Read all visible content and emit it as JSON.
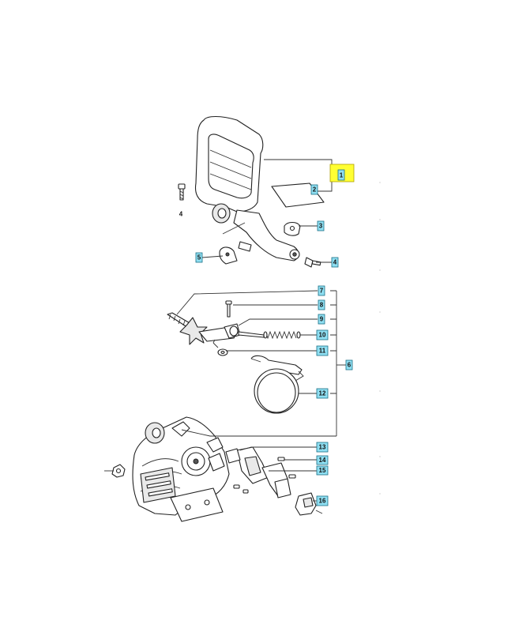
{
  "diagram": {
    "header": "",
    "callouts": {
      "c1": "1",
      "c2": "2",
      "c3": "3",
      "c4a": "4",
      "c4b": "4",
      "c5": "5",
      "c6": "6",
      "c7": "7",
      "c8": "8",
      "c9": "9",
      "c10": "10",
      "c11": "11",
      "c12": "12",
      "c13": "13",
      "c14": "14",
      "c15": "15",
      "c16": "16"
    },
    "colors": {
      "callout": "#8fdff2",
      "highlight": "#ffff33"
    }
  }
}
